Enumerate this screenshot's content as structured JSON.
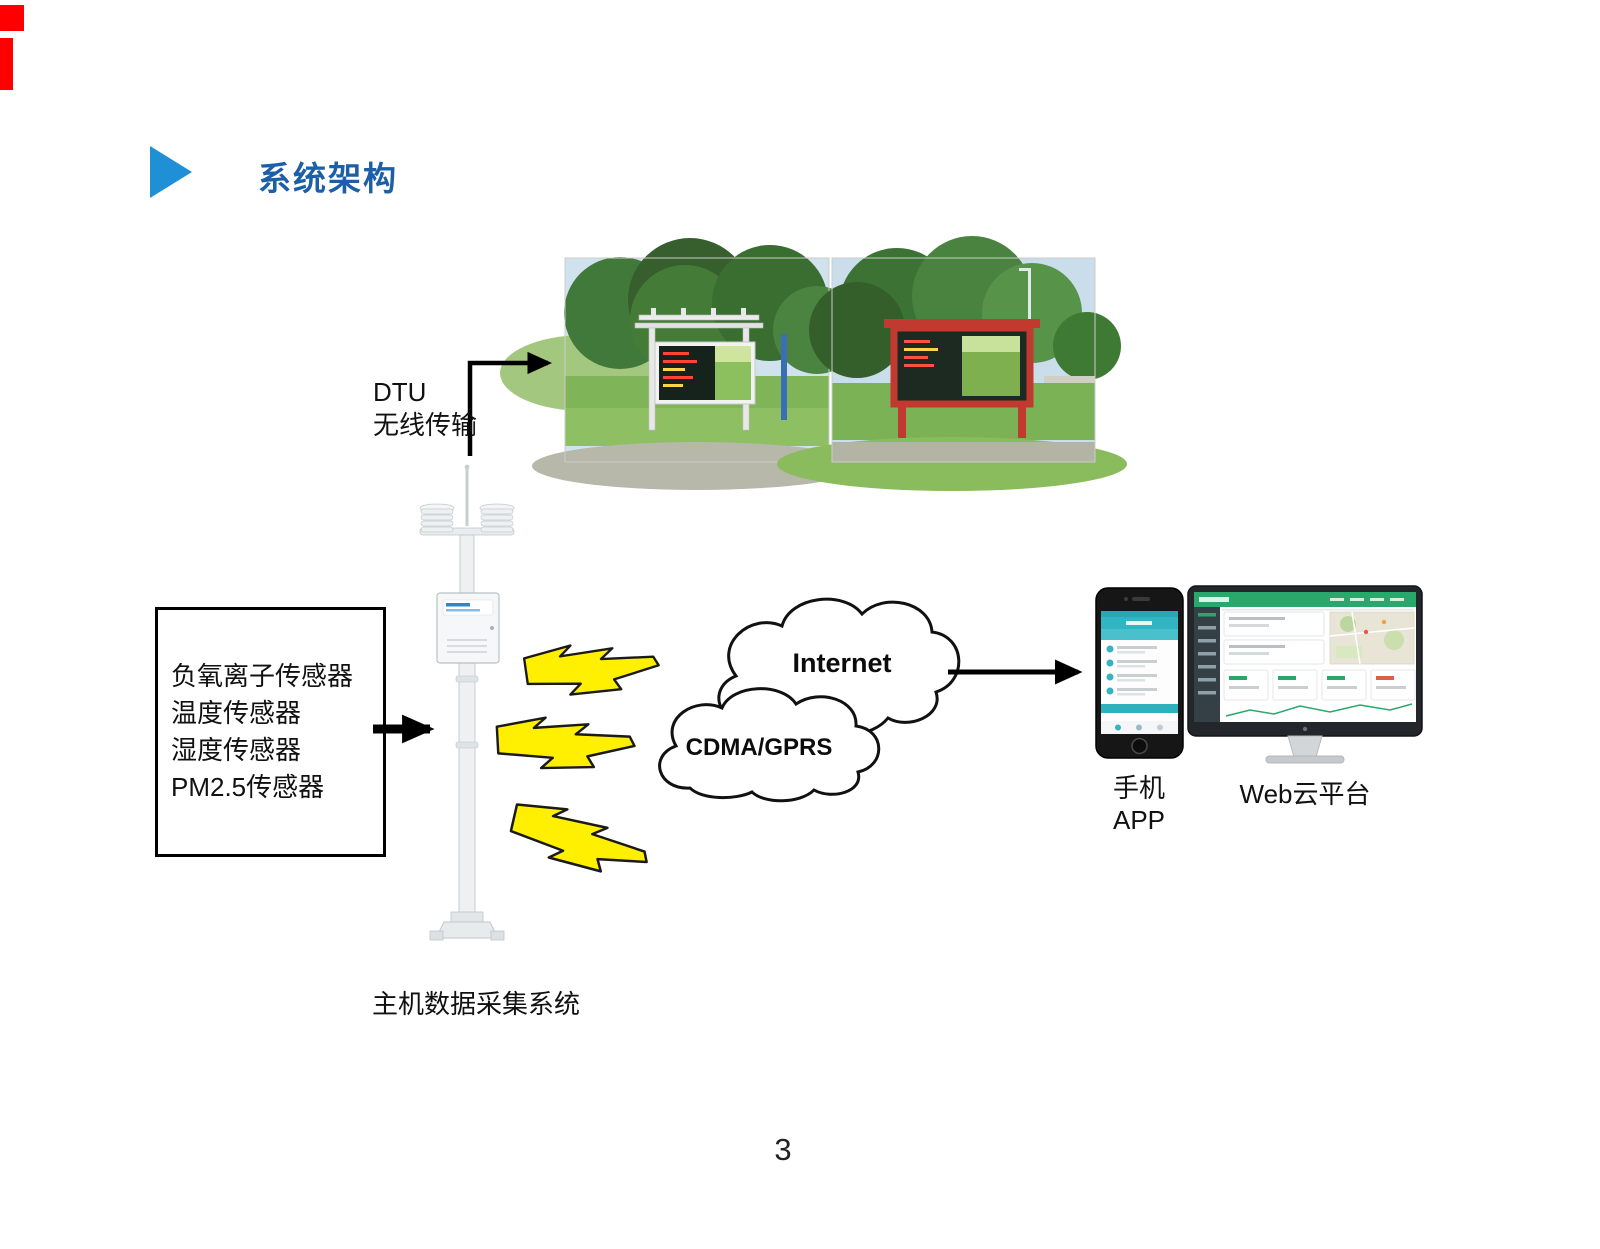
{
  "page": {
    "title": "系统架构",
    "number": "3"
  },
  "colors": {
    "title_text": "#1c5fa8",
    "bullet_triangle": "#1f8fd6",
    "edge_marks": "#fe0000",
    "lightning_fill": "#ffef00",
    "cloud_outline": "#111111",
    "arrow_color": "#000000"
  },
  "diagram": {
    "dtu": {
      "line1": "DTU",
      "line2": "无线传输"
    },
    "sensor_box": {
      "items": [
        "负氧离子传感器",
        "温度传感器",
        "湿度传感器",
        "PM2.5传感器"
      ]
    },
    "clouds": {
      "internet": "Internet",
      "cdma_gprs": "CDMA/GPRS"
    },
    "labels": {
      "station": "主机数据采集系统",
      "phone": "手机APP",
      "web": "Web云平台"
    }
  }
}
